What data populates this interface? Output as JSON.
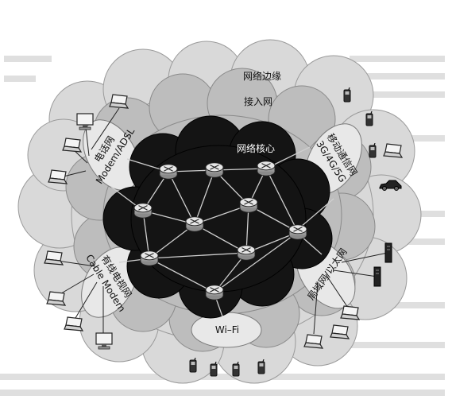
{
  "figure": {
    "network_edge_label": "网络边缘",
    "access_network_label": "接入网",
    "network_core_label": "网络核心",
    "phone_network_label": "电话网",
    "phone_network_sub_label": "Modem/ADSL",
    "mobile_network_label": "移动通信网",
    "mobile_network_sub_label": "3G/4G/5G",
    "cable_tv_label": "有线电视网",
    "cable_tv_sub_label": "Cable Modem",
    "lan_label": "局域网/以太网",
    "wifi_label": "Wi–Fi"
  },
  "icons": [
    "router-icon",
    "laptop-icon",
    "desktop-computer-icon",
    "mobile-phone-icon",
    "car-icon",
    "server-icon"
  ]
}
